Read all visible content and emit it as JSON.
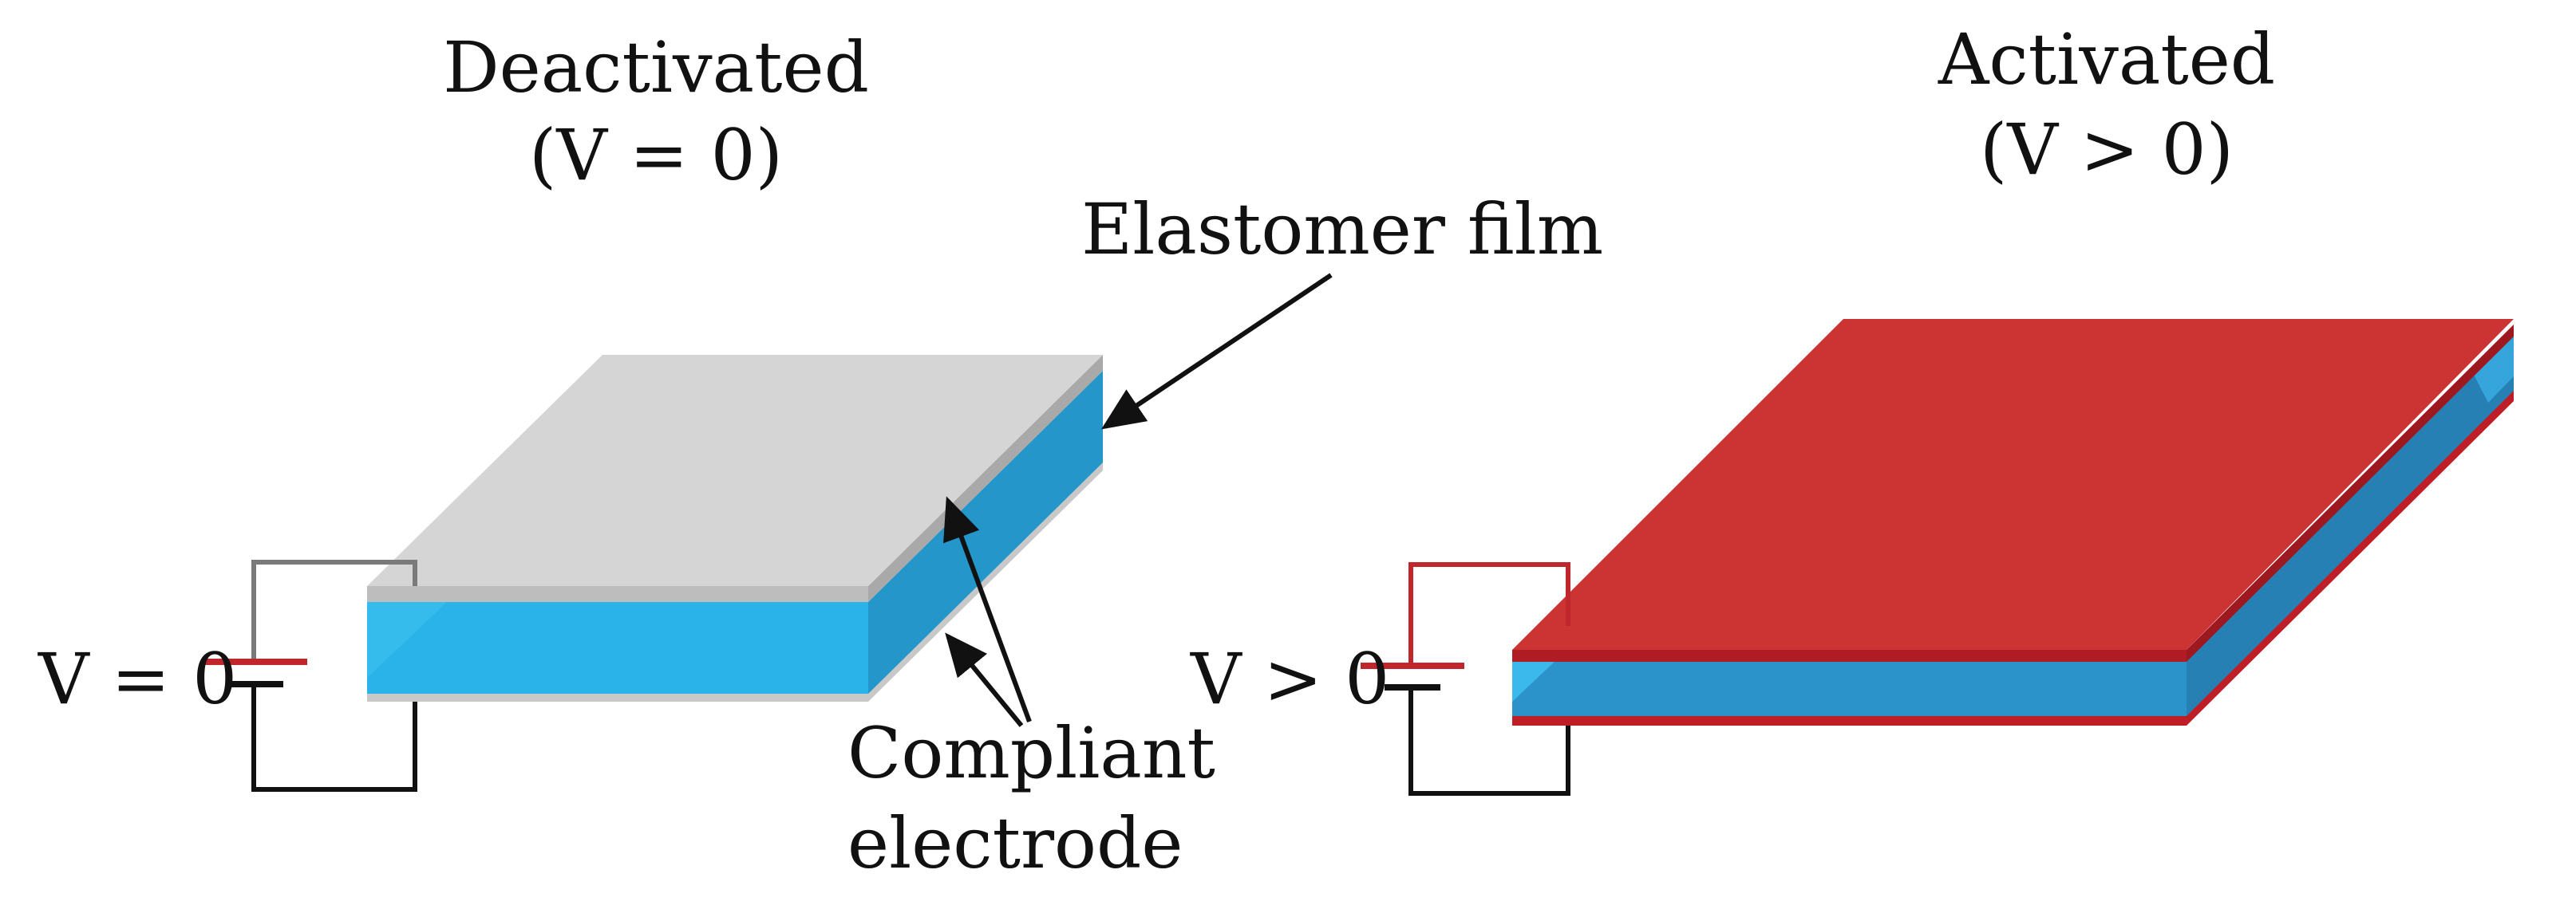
{
  "panels": {
    "deactivated": {
      "title": "Deactivated",
      "condition": "(V = 0)",
      "voltage_label": "V = 0",
      "electrode_color": "#d3d3d3",
      "film_color": "#29b3e8",
      "wire_top_color": "#7a7a7a",
      "battery_positive_color": "#c0272d"
    },
    "activated": {
      "title": "Activated",
      "condition": "(V > 0)",
      "voltage_label": "V > 0",
      "electrode_color": "#cc3333",
      "film_color": "#2b93c9",
      "wire_top_color": "#c0272d",
      "battery_positive_color": "#c0272d"
    }
  },
  "annotations": {
    "elastomer_film": "Elastomer film",
    "compliant_electrode_line1": "Compliant",
    "compliant_electrode_line2": "electrode"
  }
}
